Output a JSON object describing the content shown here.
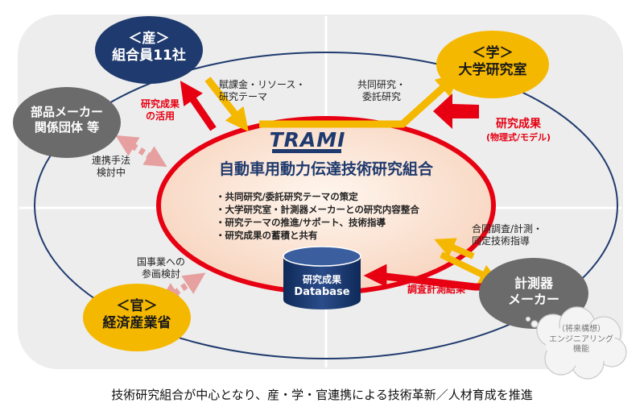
{
  "center": {
    "logo": "TRAMI",
    "title": "自動車用動力伝達技術研究組合",
    "bullets": [
      "・共同研究/委託研究テーマの策定",
      "・大学研究室・計測器メーカーとの研究内容整合",
      "・研究テーマの推進/サポート、技術指導",
      "・研究成果の蓄積と共有"
    ]
  },
  "database": {
    "line1": "研究成果",
    "line2": "Database"
  },
  "nodes": {
    "industry": {
      "tag": "＜産＞",
      "name": "組合員11社",
      "color": "#1f3a6e"
    },
    "academia": {
      "tag": "＜学＞",
      "name": "大学研究室",
      "color": "#f5b800"
    },
    "government": {
      "tag": "＜官＞",
      "name": "経済産業省",
      "color": "#f5b800"
    },
    "parts_makers": {
      "line1": "部品メーカー",
      "line2": "関係団体 等",
      "color": "#6b6b6b"
    },
    "instrument_makers": {
      "line1": "計測器",
      "line2": "メーカー",
      "color": "#6b6b6b"
    },
    "future_concept": {
      "line1": "（将来構想）",
      "line2": "エンジニアリング",
      "line3": "機能"
    }
  },
  "labels": {
    "dues": {
      "line1": "賦課金・リソース・",
      "line2": "研究テーマ"
    },
    "utilization": {
      "line1": "研究成果",
      "line2": "の活用"
    },
    "joint_research": {
      "line1": "共同研究・",
      "line2": "委託研究"
    },
    "research_results": {
      "line1": "研究成果",
      "line2": "(物理式/モデル)"
    },
    "collaboration": {
      "line1": "連携手法",
      "line2": "検討中"
    },
    "joint_survey": {
      "line1": "合同調査/計測・",
      "line2": "同定技術指導"
    },
    "survey_results": "調査計測結果",
    "national_project": {
      "line1": "国事業への",
      "line2": "参画検討"
    }
  },
  "colors": {
    "red": "#e60012",
    "yellow": "#f5b800",
    "navy": "#1f3a6e",
    "grey": "#6b6b6b",
    "salmon": "#e7a0a0"
  },
  "caption": "技術研究組合が中心となり、産・学・官連携による技術革新／人材育成を推進"
}
